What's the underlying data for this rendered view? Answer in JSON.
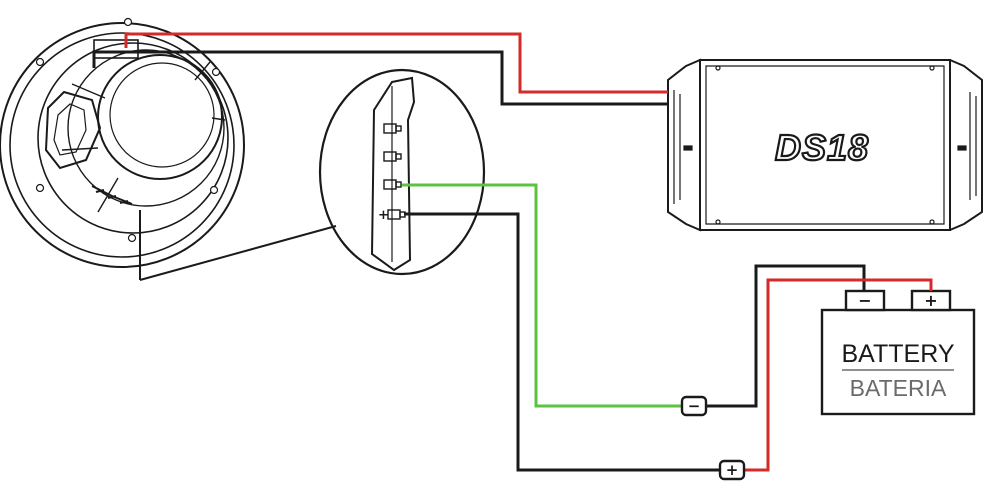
{
  "diagram": {
    "amplifier_brand": "DS18",
    "battery_label": "BATTERY",
    "battery_label_secondary": "BATERIA",
    "battery_neg_symbol": "−",
    "battery_pos_symbol": "+",
    "junction_neg_symbol": "−",
    "junction_pos_symbol": "+",
    "inset_plus_mark": "+"
  },
  "colors": {
    "wire_red": "#d42a2a",
    "wire_black": "#1a1a1a",
    "wire_green": "#5cc23f",
    "outline": "#1a1a1a",
    "background": "#ffffff",
    "accent_gray": "#6b6b6b"
  }
}
